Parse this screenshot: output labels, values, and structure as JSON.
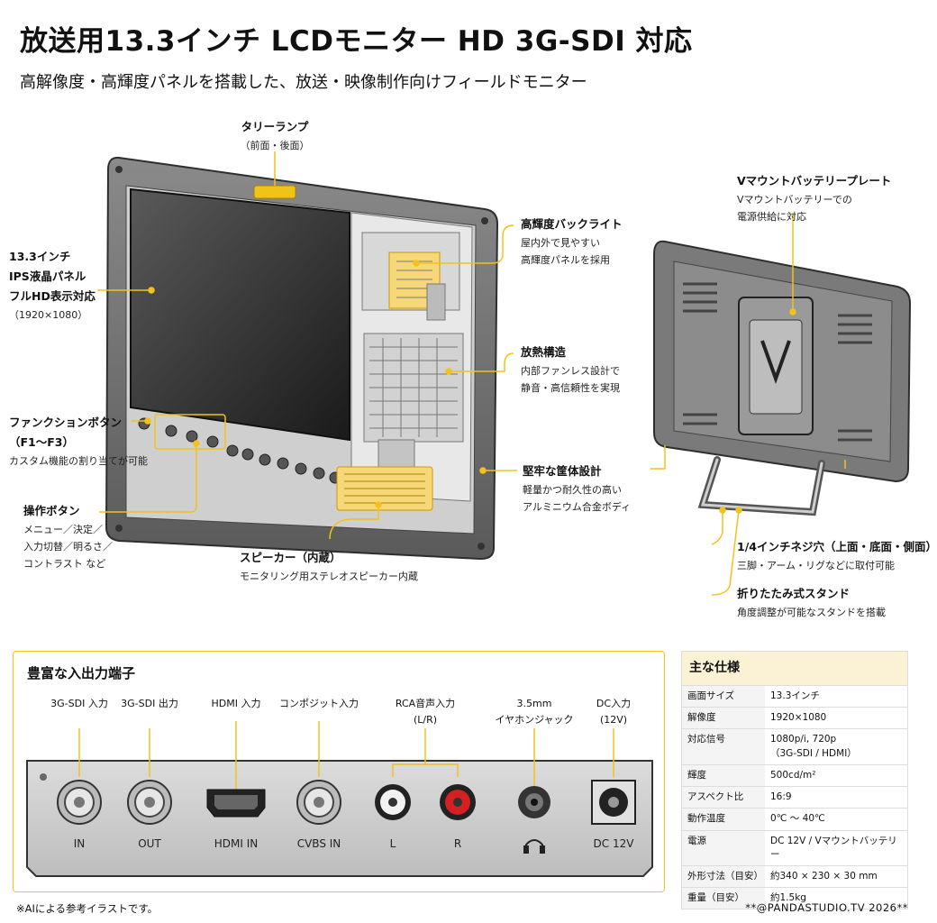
{
  "title": "放送用13.3インチ LCDモニター HD 3G-SDI 対応",
  "subtitle": "高解像度・高輝度パネルを搭載した、放送・映像制作向けフィールドモニター",
  "callouts": {
    "tally": {
      "title": "タリーランプ",
      "lines": [
        "（前面・後面）"
      ]
    },
    "panel": {
      "title": "13.3インチ",
      "lines": [
        "IPS液晶パネル",
        "フルHD表示対応",
        "（1920×1080）"
      ]
    },
    "backlight": {
      "title": "高輝度バックライト",
      "lines": [
        "屋内外で見やすい",
        "高輝度パネルを採用"
      ]
    },
    "cooling": {
      "title": "放熱構造",
      "lines": [
        "内部ファンレス設計で",
        "静音・高信頼性を実現"
      ]
    },
    "chassis": {
      "title": "堅牢な筐体設計",
      "lines": [
        "軽量かつ耐久性の高い",
        "アルミニウム合金ボディ"
      ]
    },
    "function": {
      "title": "ファンクションボタン",
      "lines": [
        "（F1〜F3）",
        "カスタム機能の割り当てが可能"
      ]
    },
    "operation": {
      "title": "操作ボタン",
      "lines": [
        "メニュー／決定／",
        "入力切替／明るさ／",
        "コントラスト など"
      ]
    },
    "speaker": {
      "title": "スピーカー（内蔵）",
      "lines": [
        "モニタリング用ステレオスピーカー内蔵"
      ]
    },
    "vmount": {
      "title": "Vマウントバッテリープレート",
      "lines": [
        "Vマウントバッテリーでの",
        "電源供給に対応"
      ]
    },
    "screw": {
      "title": "1/4インチネジ穴（上面・底面・側面）",
      "lines": [
        "三脚・アーム・リグなどに取付可能"
      ]
    },
    "stand": {
      "title": "折りたたみ式スタンド",
      "lines": [
        "角度調整が可能なスタンドを搭載"
      ]
    }
  },
  "io": {
    "title": "豊富な入出力端子",
    "ports": [
      {
        "top": [
          "3G-SDI 入力"
        ],
        "bottom": "IN"
      },
      {
        "top": [
          "3G-SDI 出力"
        ],
        "bottom": "OUT"
      },
      {
        "top": [
          "HDMI 入力"
        ],
        "bottom": "HDMI IN"
      },
      {
        "top": [
          "コンポジット入力"
        ],
        "bottom": "CVBS IN"
      },
      {
        "top": [
          "RCA音声入力",
          "(L/R)"
        ],
        "bottom": "L"
      },
      {
        "top": [],
        "bottom": "R"
      },
      {
        "top": [
          "3.5mm",
          "イヤホンジャック"
        ],
        "bottom": ""
      },
      {
        "top": [
          "DC入力",
          "(12V)"
        ],
        "bottom": "DC 12V"
      }
    ]
  },
  "spec": {
    "title": "主な仕様",
    "rows": [
      {
        "k": "画面サイズ",
        "v": [
          "13.3インチ"
        ]
      },
      {
        "k": "解像度",
        "v": [
          "1920×1080"
        ]
      },
      {
        "k": "対応信号",
        "v": [
          "1080p/i, 720p",
          "（3G-SDI / HDMI）"
        ]
      },
      {
        "k": "輝度",
        "v": [
          "500cd/m²"
        ]
      },
      {
        "k": "アスペクト比",
        "v": [
          "16:9"
        ]
      },
      {
        "k": "動作温度",
        "v": [
          "0℃ 〜 40℃"
        ]
      },
      {
        "k": "電源",
        "v": [
          "DC 12V / Vマウントバッテリー"
        ]
      },
      {
        "k": "外形寸法（目安）",
        "v": [
          "約340 × 230 × 30 mm"
        ]
      },
      {
        "k": "重量（目安）",
        "v": [
          "約1.5kg"
        ]
      }
    ]
  },
  "footer": {
    "note": "※AIによる参考イラストです。",
    "credit": "**@PANDASTUDIO.TV 2026**"
  },
  "colors": {
    "accent": "#f2c21b",
    "frame": "#555555",
    "screen": "#2b2b2b",
    "panel": "#d6d6d6"
  }
}
